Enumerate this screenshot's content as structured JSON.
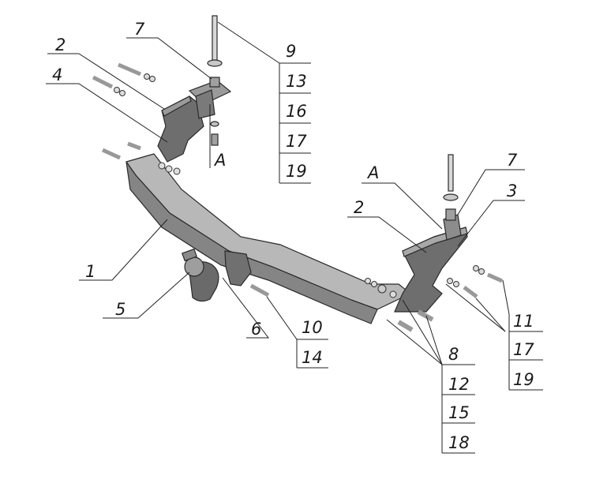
{
  "callouts": {
    "c1": "1",
    "c2_left": "2",
    "c2_right": "2",
    "c3": "3",
    "c4": "4",
    "c5": "5",
    "c6": "6",
    "c7_left": "7",
    "c7_right": "7",
    "cA_left": "A",
    "cA_right": "A",
    "stack_left": [
      "9",
      "13",
      "16",
      "17",
      "19"
    ],
    "stack_center": [
      "10",
      "14"
    ],
    "stack_right_top": [
      "11",
      "17",
      "19"
    ],
    "stack_right_bottom": [
      "8",
      "12",
      "15",
      "18"
    ]
  },
  "colors": {
    "metal_dark": "#6e6e6e",
    "metal_mid": "#8a8a8a",
    "metal_light": "#b5b5b5",
    "line": "#222222"
  }
}
